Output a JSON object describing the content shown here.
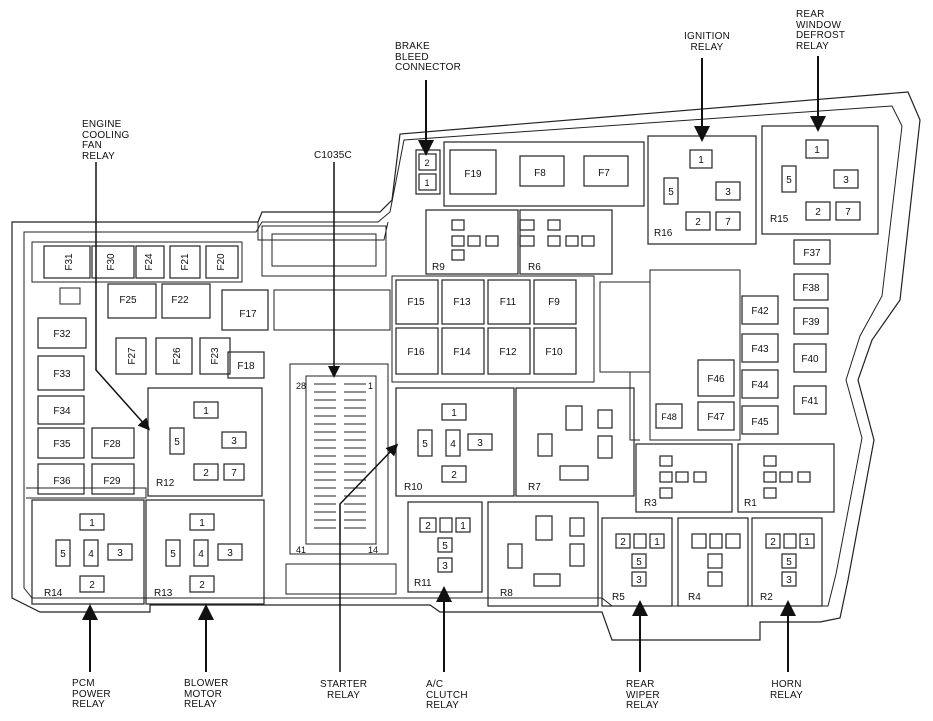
{
  "callouts": {
    "brake_bleed_connector": [
      "BRAKE",
      "BLEED",
      "CONNECTOR"
    ],
    "ignition_relay": [
      "IGNITION",
      "RELAY"
    ],
    "rear_window_defrost_relay": [
      "REAR",
      "WINDOW",
      "DEFROST",
      "RELAY"
    ],
    "engine_cooling_fan_relay": [
      "ENGINE",
      "COOLING",
      "FAN",
      "RELAY"
    ],
    "c1035c": [
      "C1035C"
    ],
    "pcm_power_relay": [
      "PCM",
      "POWER",
      "RELAY"
    ],
    "blower_motor_relay": [
      "BLOWER",
      "MOTOR",
      "RELAY"
    ],
    "starter_relay": [
      "STARTER",
      "RELAY"
    ],
    "ac_clutch_relay": [
      "A/C",
      "CLUTCH",
      "RELAY"
    ],
    "rear_wiper_relay": [
      "REAR",
      "WIPER",
      "RELAY"
    ],
    "horn_relay": [
      "HORN",
      "RELAY"
    ]
  },
  "fuses": [
    "F31",
    "F30",
    "F24",
    "F21",
    "F20",
    "F25",
    "F22",
    "F17",
    "F32",
    "F27",
    "F26",
    "F23",
    "F18",
    "F33",
    "F34",
    "F35",
    "F28",
    "F36",
    "F29",
    "F19",
    "F8",
    "F7",
    "F15",
    "F13",
    "F11",
    "F9",
    "F16",
    "F14",
    "F12",
    "F10",
    "F37",
    "F38",
    "F39",
    "F40",
    "F41",
    "F42",
    "F43",
    "F44",
    "F45",
    "F46",
    "F47",
    "F48"
  ],
  "relays": [
    "R9",
    "R6",
    "R16",
    "R15",
    "R12",
    "R10",
    "R7",
    "R3",
    "R1",
    "R14",
    "R13",
    "R11",
    "R8",
    "R5",
    "R4",
    "R2"
  ],
  "pin_labels": [
    "1",
    "2",
    "3",
    "5",
    "7"
  ],
  "connector_pins": [
    "28",
    "1",
    "41",
    "14"
  ],
  "brake_bleed_slots": [
    "2",
    "1"
  ],
  "colors": {
    "line": "#222222",
    "background": "#ffffff"
  }
}
